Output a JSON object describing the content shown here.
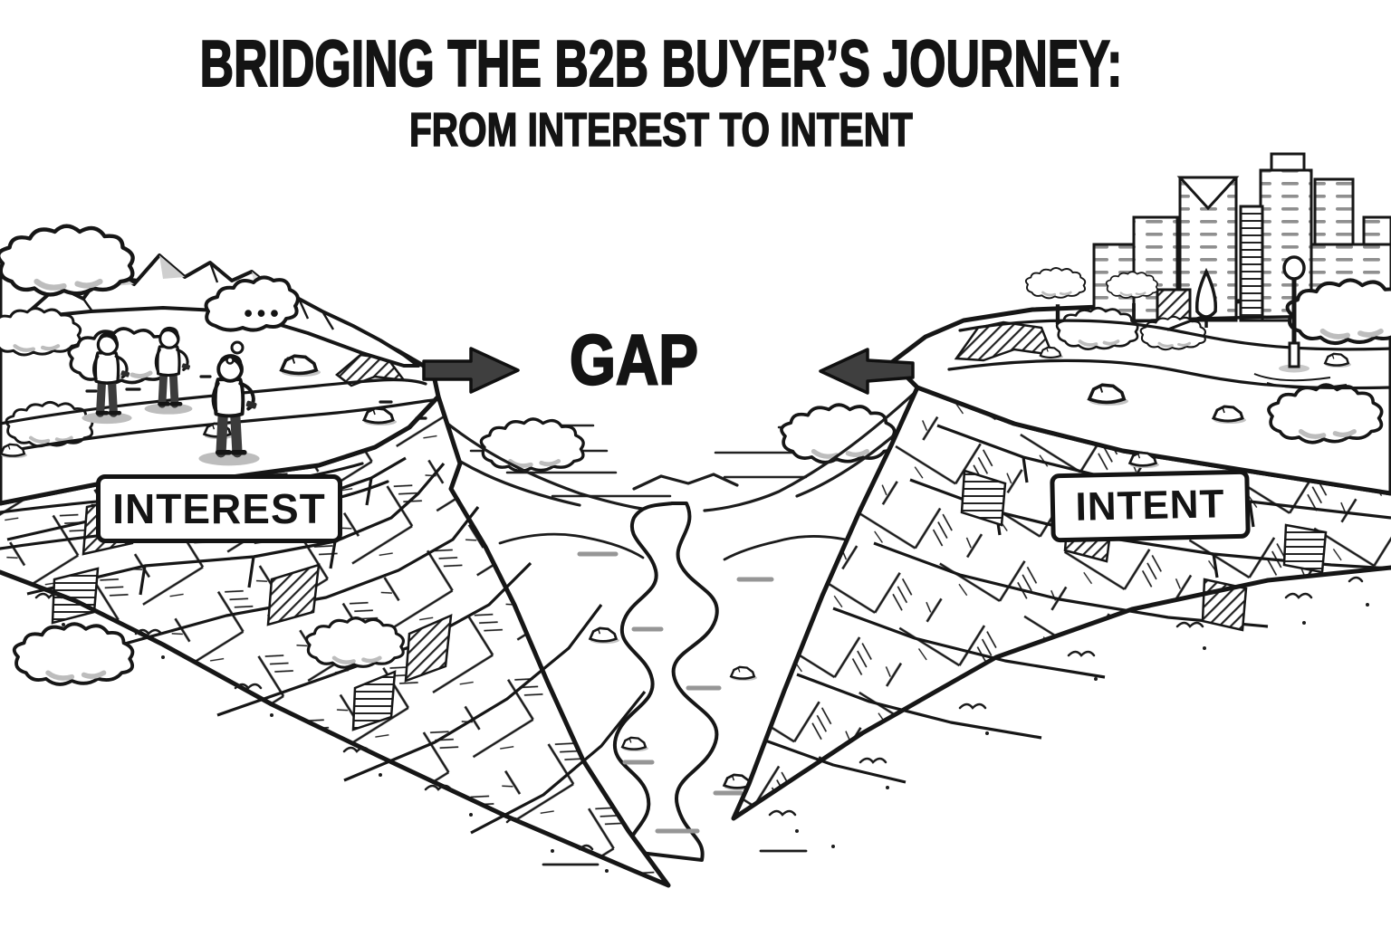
{
  "colors": {
    "background": "#ffffff",
    "ink": "#161616",
    "arrow_fill": "#3f3f3f",
    "shade": "#c9c9c9"
  },
  "header": {
    "title": "BRIDGING THE B2B BUYER’S JOURNEY:",
    "subtitle": "FROM INTEREST TO INTENT"
  },
  "canyon": {
    "gap_label": "GAP",
    "left_label": "INTEREST",
    "right_label": "INTENT",
    "thought_dots": "•••"
  },
  "icons": {
    "left_arrow": "arrow-right-icon",
    "right_arrow": "arrow-left-icon",
    "thought_bubble": "thought-bubble",
    "left_scene": "people-group",
    "right_scene": "city-skyline"
  }
}
